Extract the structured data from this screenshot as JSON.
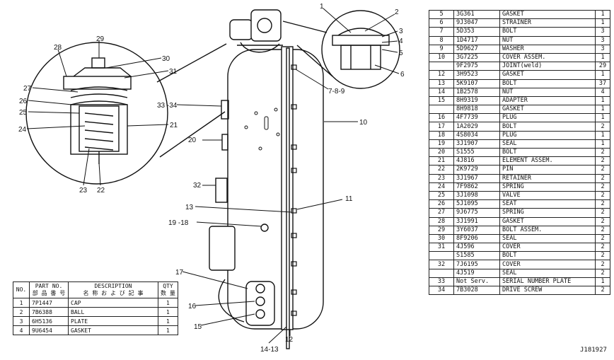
{
  "drawing_ref": "J181927",
  "callouts": {
    "c1": "1",
    "c2": "2",
    "c3": "3",
    "c4": "4",
    "c5": "5",
    "c6": "6",
    "c789": "7-8-9",
    "c10": "10",
    "c11": "11",
    "c12": "12",
    "c13": "13",
    "c1413": "14-13",
    "c15": "15",
    "c16": "16",
    "c17": "17",
    "c1918": "19 -18",
    "c20": "20",
    "c21": "21",
    "c22": "22",
    "c23": "23",
    "c24": "24",
    "c25": "25",
    "c26": "26",
    "c27": "27",
    "c28": "28",
    "c29": "29",
    "c30": "30",
    "c31": "31",
    "c32": "32",
    "c3334": "33 -34"
  },
  "left_table": {
    "headers": {
      "no": "NO.",
      "part_no": "PART NO.",
      "part_no_jp": "部 品 番 号",
      "description": "DESCRIPTION",
      "description_jp": "名 称 お よ び 記 事",
      "qty": "QTY",
      "qty_jp": "数 量"
    },
    "rows": [
      {
        "no": "1",
        "part": "7P1447",
        "desc": "CAP",
        "qty": "1"
      },
      {
        "no": "2",
        "part": "7B6388",
        "desc": "BALL",
        "qty": "1"
      },
      {
        "no": "3",
        "part": "6H5136",
        "desc": "PLATE",
        "qty": "1"
      },
      {
        "no": "4",
        "part": "9U6454",
        "desc": "GASKET",
        "qty": "1"
      }
    ]
  },
  "right_table": {
    "rows": [
      {
        "no": "5",
        "part": "3G361",
        "desc": "GASKET",
        "qty": "1"
      },
      {
        "no": "6",
        "part": "9J3047",
        "desc": "STRAINER",
        "qty": "1"
      },
      {
        "no": "7",
        "part": "5D353",
        "desc": "BOLT",
        "qty": "3"
      },
      {
        "no": "8",
        "part": "1D4717",
        "desc": "NUT",
        "qty": "3"
      },
      {
        "no": "9",
        "part": "5D9627",
        "desc": "WASHER",
        "qty": "3"
      },
      {
        "no": "10",
        "part": "3G7225",
        "desc": "COVER ASSEM.",
        "qty": "1"
      },
      {
        "no": "",
        "part": "9F2975",
        "desc": "JOINT(weld)",
        "qty": "29"
      },
      {
        "no": "12",
        "part": "3H9523",
        "desc": "GASKET",
        "qty": "1"
      },
      {
        "no": "13",
        "part": "5K9107",
        "desc": "BOLT",
        "qty": "37"
      },
      {
        "no": "14",
        "part": "1B2578",
        "desc": "NUT",
        "qty": "4"
      },
      {
        "no": "15",
        "part": "8H9319",
        "desc": "ADAPTER",
        "qty": "1"
      },
      {
        "no": "",
        "part": "8H9818",
        "desc": "GASKET",
        "qty": "1"
      },
      {
        "no": "16",
        "part": "4F7739",
        "desc": "PLUG",
        "qty": "1"
      },
      {
        "no": "17",
        "part": "1A2029",
        "desc": "BOLT",
        "qty": "2"
      },
      {
        "no": "18",
        "part": "4S8034",
        "desc": "PLUG",
        "qty": "1"
      },
      {
        "no": "19",
        "part": "3J1907",
        "desc": "SEAL",
        "qty": "1"
      },
      {
        "no": "20",
        "part": "S1555",
        "desc": "BOLT",
        "qty": "2"
      },
      {
        "no": "21",
        "part": "4J816",
        "desc": "ELEMENT ASSEM.",
        "qty": "2"
      },
      {
        "no": "22",
        "part": "2K9729",
        "desc": "PIN",
        "qty": "2"
      },
      {
        "no": "23",
        "part": "3J1967",
        "desc": "RETAINER",
        "qty": "2"
      },
      {
        "no": "24",
        "part": "7F9862",
        "desc": "SPRING",
        "qty": "2"
      },
      {
        "no": "25",
        "part": "3J1098",
        "desc": "VALVE",
        "qty": "2"
      },
      {
        "no": "26",
        "part": "5J1095",
        "desc": "SEAT",
        "qty": "2"
      },
      {
        "no": "27",
        "part": "9J6775",
        "desc": "SPRING",
        "qty": "2"
      },
      {
        "no": "28",
        "part": "3J1991",
        "desc": "GASKET",
        "qty": "2"
      },
      {
        "no": "29",
        "part": "3Y6037",
        "desc": "BOLT ASSEM.",
        "qty": "2"
      },
      {
        "no": "30",
        "part": "8F9206",
        "desc": "SEAL",
        "qty": "2"
      },
      {
        "no": "31",
        "part": "4J596",
        "desc": "COVER",
        "qty": "2"
      },
      {
        "no": "",
        "part": "S1585",
        "desc": "BOLT",
        "qty": "2"
      },
      {
        "no": "32",
        "part": "7J6195",
        "desc": "COVER",
        "qty": "2"
      },
      {
        "no": "",
        "part": "4J519",
        "desc": "SEAL",
        "qty": "2"
      },
      {
        "no": "33",
        "part": "Not Serv.",
        "desc": "SERIAL NUMBER PLATE",
        "qty": "1"
      },
      {
        "no": "34",
        "part": "7B3028",
        "desc": "DRIVE SCREW",
        "qty": "2"
      }
    ]
  }
}
